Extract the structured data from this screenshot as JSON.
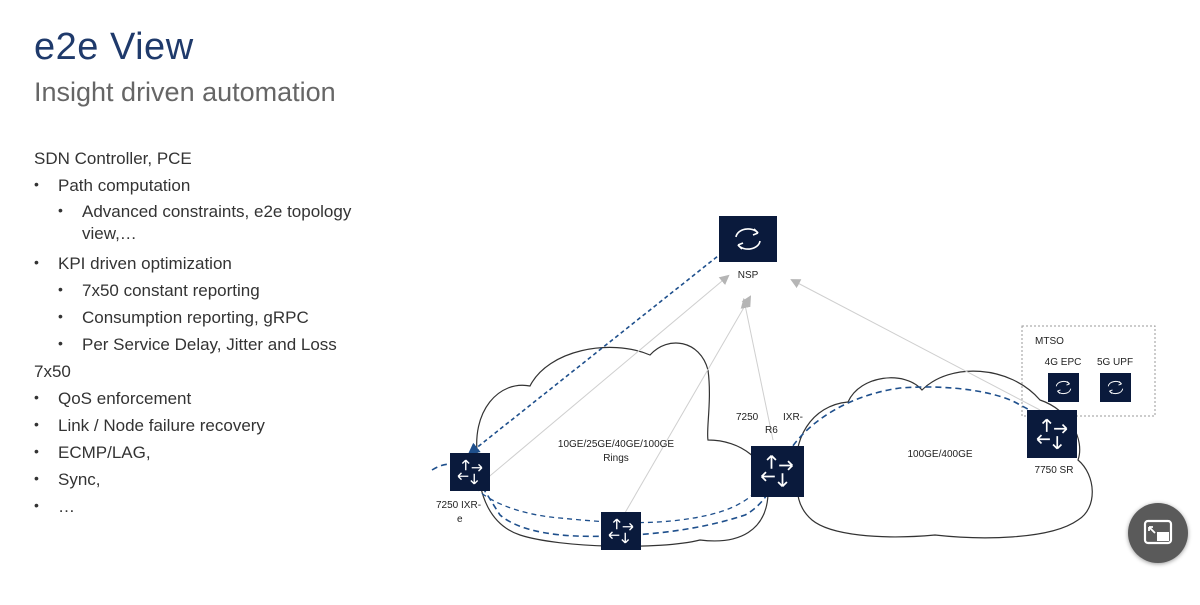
{
  "slide": {
    "title": "e2e View",
    "subtitle": "Insight driven automation"
  },
  "bullets": [
    {
      "level": "h",
      "text": "SDN Controller, PCE"
    },
    {
      "level": "l1",
      "text": "Path computation"
    },
    {
      "level": "l2",
      "text": "Advanced constraints, e2e topology view,…"
    },
    {
      "level": "l1",
      "text": "KPI driven optimization"
    },
    {
      "level": "l2",
      "text": "7x50 constant reporting"
    },
    {
      "level": "l2",
      "text": "Consumption reporting, gRPC"
    },
    {
      "level": "l2",
      "text": "Per Service Delay, Jitter and Loss"
    },
    {
      "level": "h",
      "text": "7x50"
    },
    {
      "level": "l1",
      "text": "QoS enforcement"
    },
    {
      "level": "l1",
      "text": "Link / Node failure recovery"
    },
    {
      "level": "l1",
      "text": "ECMP/LAG,"
    },
    {
      "level": "l1",
      "text": "Sync,"
    },
    {
      "level": "l1",
      "text": "…"
    }
  ],
  "diagram": {
    "nsp_label": "NSP",
    "mtso_label": "MTSO",
    "epc_label": "4G EPC",
    "upf_label": "5G UPF",
    "ring1_label_1": "10GE/25GE/40GE/100GE",
    "ring1_label_2": "Rings",
    "ring2_label": "100GE/400GE",
    "ixr_e_label_1": "7250 IXR-",
    "ixr_e_label_2": "e",
    "ixr_r6_label_1": "7250",
    "ixr_r6_label_2": "IXR-",
    "ixr_r6_label_3": "R6",
    "sr_label": "7750 SR",
    "node_color": "#0a1a3c",
    "path_color": "#1e4f8c"
  }
}
